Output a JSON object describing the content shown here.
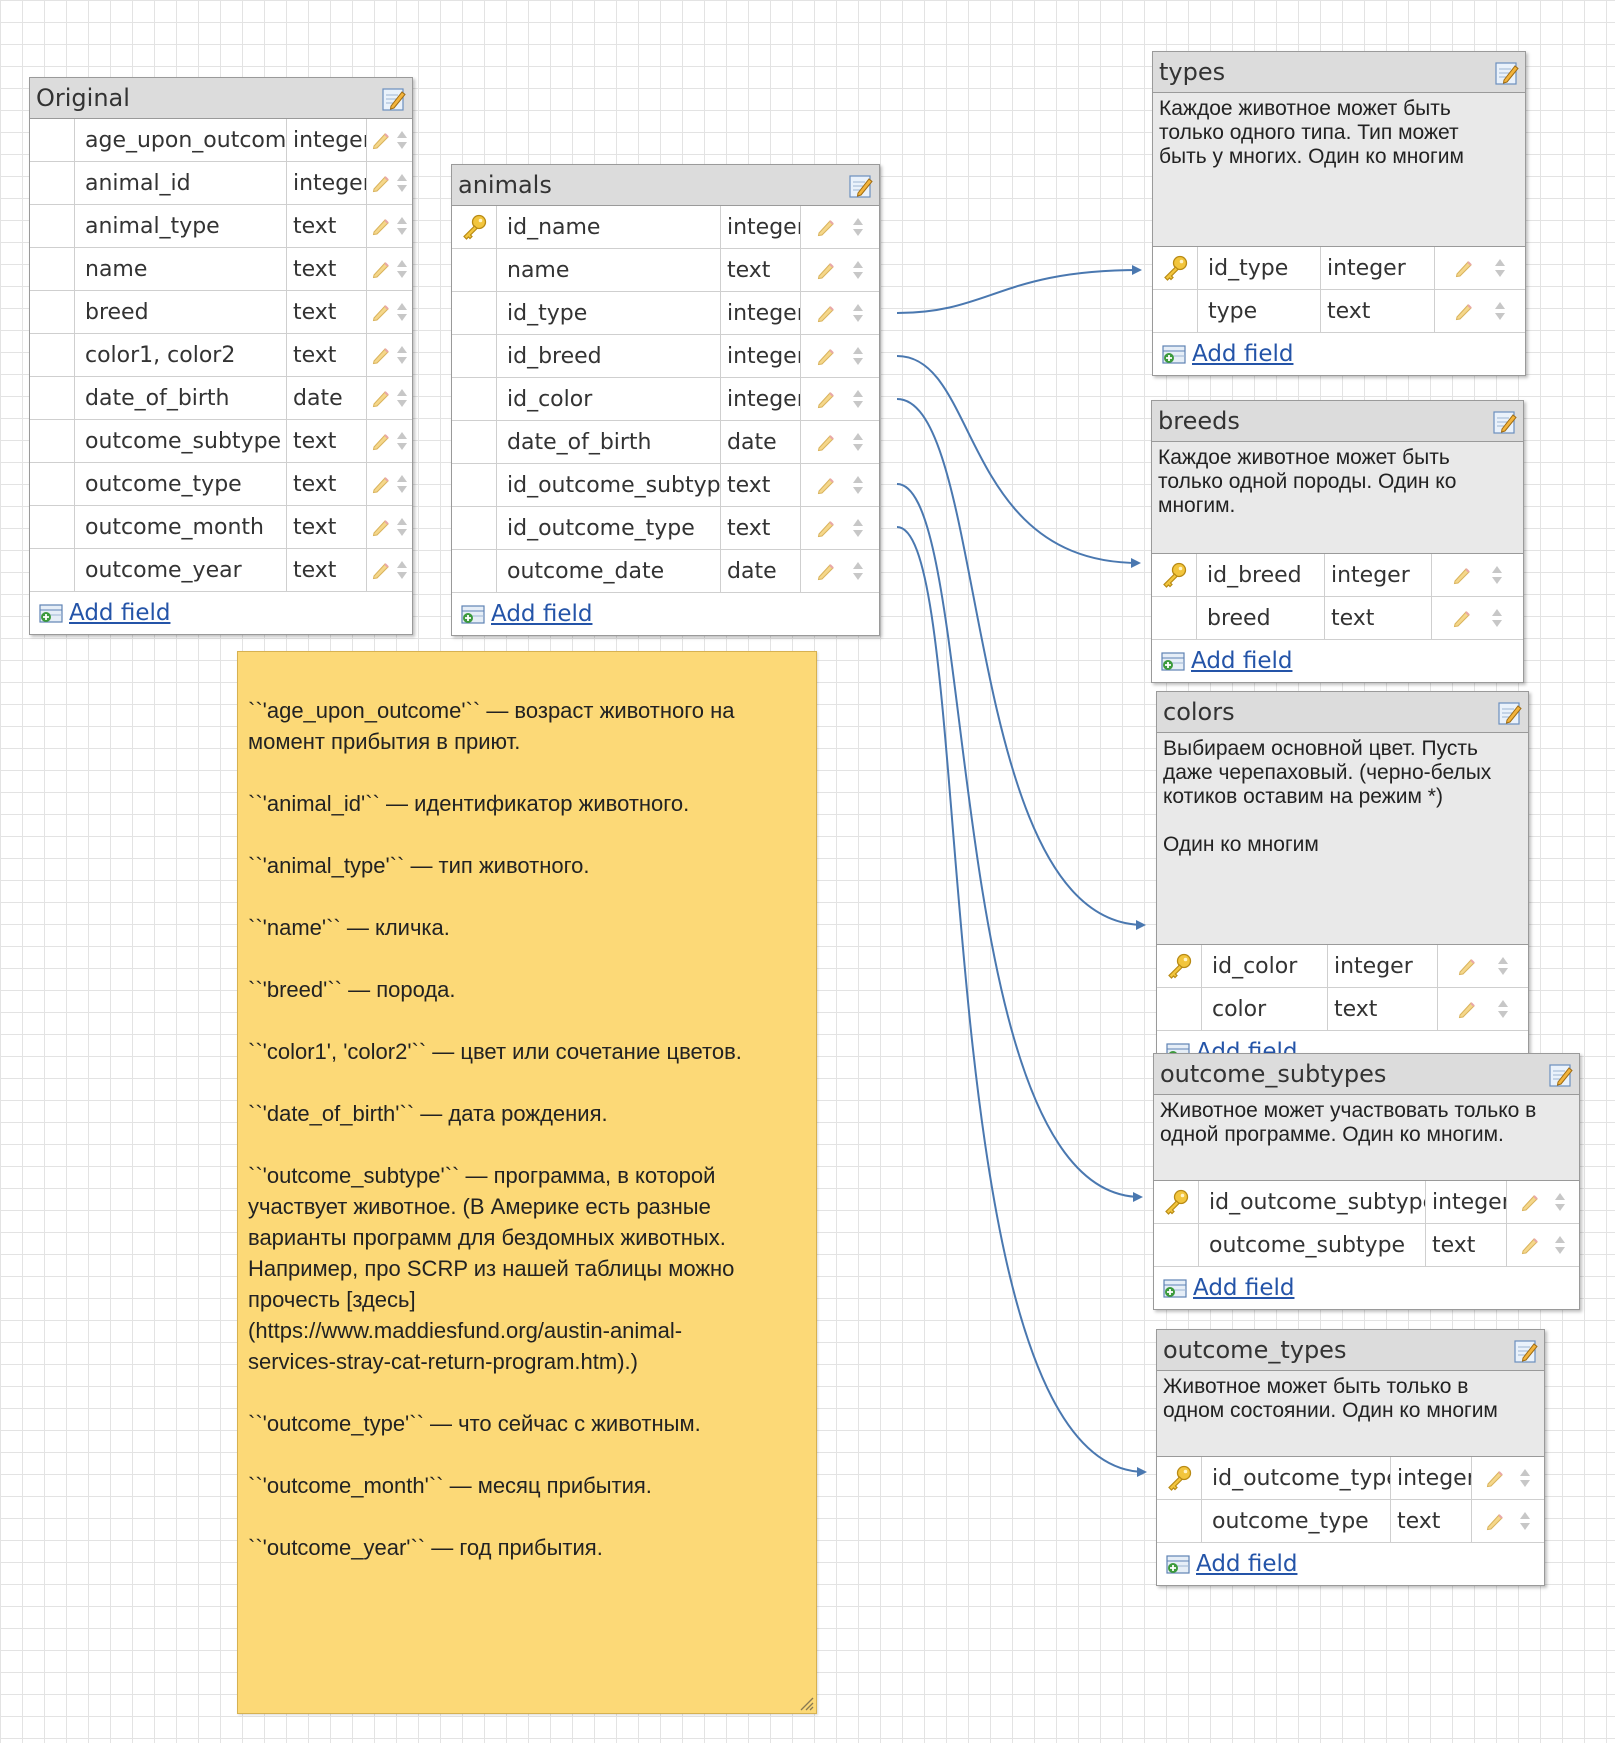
{
  "tables": {
    "original": {
      "name": "Original",
      "add_field": "Add field",
      "fields": [
        {
          "name": "age_upon_outcome",
          "type": "integer"
        },
        {
          "name": "animal_id",
          "type": "integer"
        },
        {
          "name": "animal_type",
          "type": "text"
        },
        {
          "name": "name",
          "type": "text"
        },
        {
          "name": "breed",
          "type": "text"
        },
        {
          "name": "color1, color2",
          "type": "text"
        },
        {
          "name": "date_of_birth",
          "type": "date"
        },
        {
          "name": "outcome_subtype",
          "type": "text"
        },
        {
          "name": "outcome_type",
          "type": "text"
        },
        {
          "name": "outcome_month",
          "type": "text"
        },
        {
          "name": "outcome_year",
          "type": "text"
        }
      ]
    },
    "animals": {
      "name": "animals",
      "add_field": "Add field",
      "fields": [
        {
          "name": "id_name",
          "type": "integer",
          "key": true
        },
        {
          "name": "name",
          "type": "text"
        },
        {
          "name": "id_type",
          "type": "integer"
        },
        {
          "name": "id_breed",
          "type": "integer"
        },
        {
          "name": "id_color",
          "type": "integer"
        },
        {
          "name": "date_of_birth",
          "type": "date"
        },
        {
          "name": "id_outcome_subtype",
          "type": "text"
        },
        {
          "name": "id_outcome_type",
          "type": "text"
        },
        {
          "name": "outcome_date",
          "type": "date"
        }
      ]
    },
    "types": {
      "name": "types",
      "add_field": "Add field",
      "description": "Каждое животное может быть\nтолько одного типа. Тип может\nбыть у многих. Один ко многим",
      "fields": [
        {
          "name": "id_type",
          "type": "integer",
          "key": true
        },
        {
          "name": "type",
          "type": "text"
        }
      ]
    },
    "breeds": {
      "name": "breeds",
      "add_field": "Add field",
      "description": "Каждое животное может быть\nтолько одной породы. Один ко\nмногим.",
      "fields": [
        {
          "name": "id_breed",
          "type": "integer",
          "key": true
        },
        {
          "name": "breed",
          "type": "text"
        }
      ]
    },
    "colors": {
      "name": "colors",
      "add_field": "Add field",
      "description": "Выбираем основной цвет. Пусть\nдаже черепаховый. (черно-белых\nкотиков оставим на режим *)\n\nОдин ко многим",
      "fields": [
        {
          "name": "id_color",
          "type": "integer",
          "key": true
        },
        {
          "name": "color",
          "type": "text"
        }
      ]
    },
    "outcome_subtypes": {
      "name": "outcome_subtypes",
      "add_field": "Add field",
      "description": "Животное может участвовать только в\nодной программе. Один ко многим.",
      "fields": [
        {
          "name": "id_outcome_subtype",
          "type": "integer",
          "key": true
        },
        {
          "name": "outcome_subtype",
          "type": "text"
        }
      ]
    },
    "outcome_types": {
      "name": "outcome_types",
      "add_field": "Add field",
      "description": "Животное может быть только в\nодном состоянии. Один ко многим",
      "fields": [
        {
          "name": "id_outcome_type",
          "type": "integer",
          "key": true
        },
        {
          "name": "outcome_type",
          "type": "text"
        }
      ]
    }
  },
  "note": {
    "text": "``'age_upon_outcome'`` — возраст животного на\nмомент прибытия в приют.\n\n``'animal_id'`` — идентификатор животного.\n\n``'animal_type'`` — тип животного.\n\n``'name'`` — кличка.\n\n``'breed'`` — порода.\n\n``'color1', 'color2'`` — цвет или сочетание цветов.\n\n``'date_of_birth'`` — дата рождения.\n\n``'outcome_subtype'`` — программа, в которой\nучаствует животное. (В Америке есть разные\nварианты программ для бездомных животных.\nНапример, про SCRP из нашей таблицы можно\nпрочесть [здесь]\n(https://www.maddiesfund.org/austin-animal-\nservices-stray-cat-return-program.htm).)\n\n``'outcome_type'`` — что сейчас с животным.\n\n``'outcome_month'`` — месяц прибытия.\n\n``'outcome_year'`` — год прибытия."
  },
  "colors": {
    "connector": "#4a78b0",
    "note_bg": "#fcd977",
    "header_bg": "#dcdcdc",
    "link": "#2454a8"
  }
}
